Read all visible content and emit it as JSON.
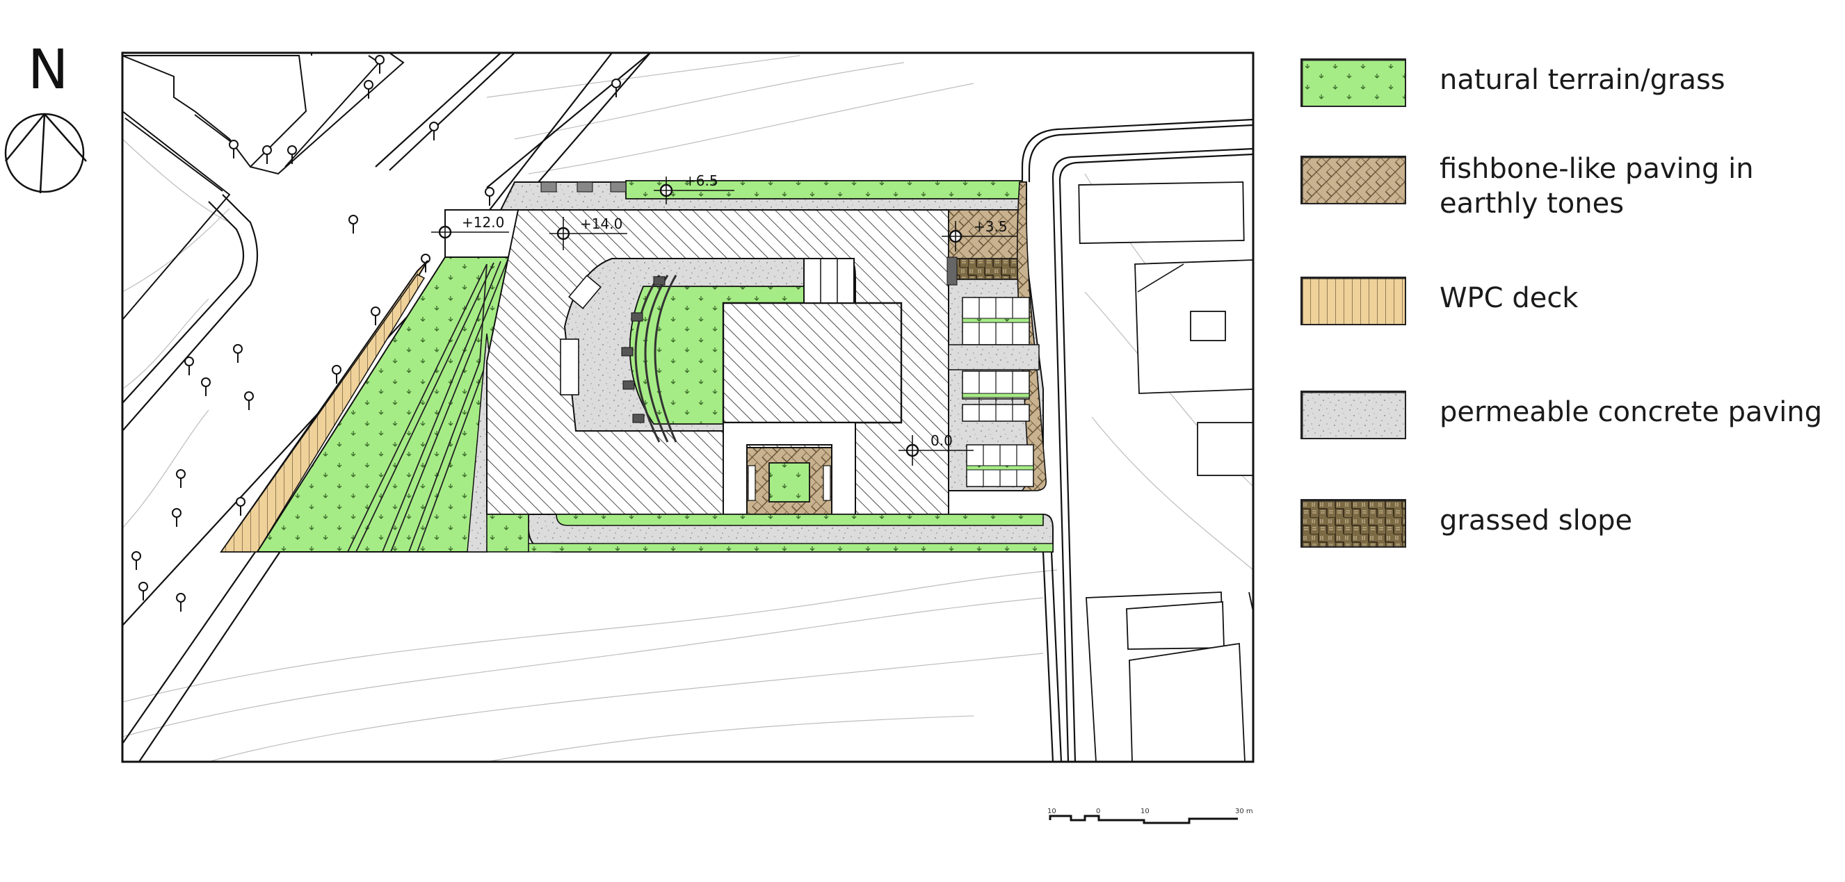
{
  "plan": {
    "north_label": "N",
    "elevations": [
      "+6.5",
      "+12.0",
      "+14.0",
      "+3.5",
      "0.0"
    ],
    "scale_bar": {
      "labels": [
        "10",
        "0",
        "10",
        "30 m"
      ]
    }
  },
  "legend": {
    "items": [
      {
        "key": "grass",
        "label": "natural terrain/grass",
        "color": "#a6ec86"
      },
      {
        "key": "fishbone",
        "label_lines": [
          "fishbone-like paving in",
          "earthly tones"
        ],
        "color": "#c9b28f"
      },
      {
        "key": "wpc",
        "label": "WPC deck",
        "color": "#efd19a"
      },
      {
        "key": "concrete",
        "label": "permeable concrete paving",
        "color": "#dcdcdc"
      },
      {
        "key": "slope",
        "label": "grassed slope",
        "color": "#7c6a45"
      }
    ]
  },
  "colors": {
    "grass": "#a6ec86",
    "concrete": "#dcdcdc",
    "wpc": "#efd19a",
    "fishbone": "#c9b28f",
    "slope": "#7c6a45",
    "line": "#111111",
    "contour": "#bdbdbd"
  }
}
